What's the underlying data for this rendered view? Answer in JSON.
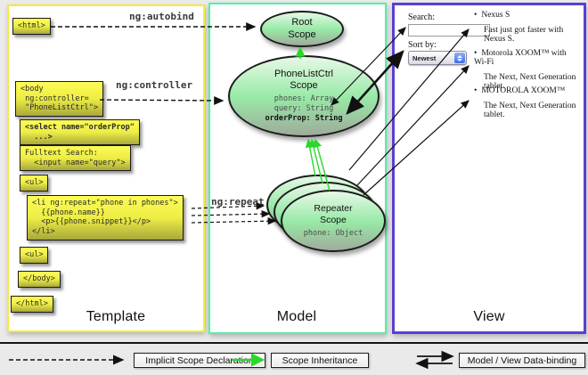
{
  "panels": {
    "template": {
      "label": "Template"
    },
    "model": {
      "label": "Model"
    },
    "view": {
      "label": "View"
    }
  },
  "template": {
    "html_open": "<html>",
    "body_open": "<body\n ng:controller=\n \"PhoneListCtrl\">",
    "select_box": "<select name=\"orderProp\"\n  ...>",
    "fulltext_box": "Fulltext Search:\n  <input name=\"query\">",
    "ul_open": "<ul>",
    "li_repeat": "<li ng:repeat=\"phone in phones\">\n  {{phone.name}}\n  <p>{{phone.snippet}}</p>\n</li>",
    "ul_close": "<ul>",
    "body_close": "</body>",
    "html_close": "</html>"
  },
  "directives": {
    "autobind": "ng:autobind",
    "controller": "ng:controller",
    "repeat": "ng:repeat"
  },
  "model": {
    "root_scope": {
      "title": "Root\nScope"
    },
    "phonelistctrl_scope": {
      "title": "PhoneListCtrl\nScope",
      "prop_phones": "phones: Array",
      "prop_query": "query: String",
      "prop_orderprop": "orderProp: String"
    },
    "repeater_scope": {
      "title": "Repeater\nScope",
      "prop_phone": "phone: Object"
    }
  },
  "view": {
    "search_label": "Search:",
    "search_value": "",
    "sort_label": "Sort by:",
    "sort_value": "Newest",
    "items": [
      {
        "title": "Nexus S",
        "desc": "Fast just got faster with Nexus S."
      },
      {
        "title": "Motorola XOOM™ with Wi-Fi",
        "desc": "The Next, Next Generation tablet."
      },
      {
        "title": "MOTOROLA XOOM™",
        "desc": "The Next, Next Generation tablet."
      }
    ]
  },
  "legend": {
    "implicit": "Implicit Scope Declaration",
    "inheritance": "Scope Inheritance",
    "databinding": "Model / View Data-binding"
  },
  "colors": {
    "template_border": "#f5ea3a",
    "model_border": "#52f0a6",
    "view_border": "#5b3fd2",
    "scope_arrow_green": "#2ad82a"
  }
}
